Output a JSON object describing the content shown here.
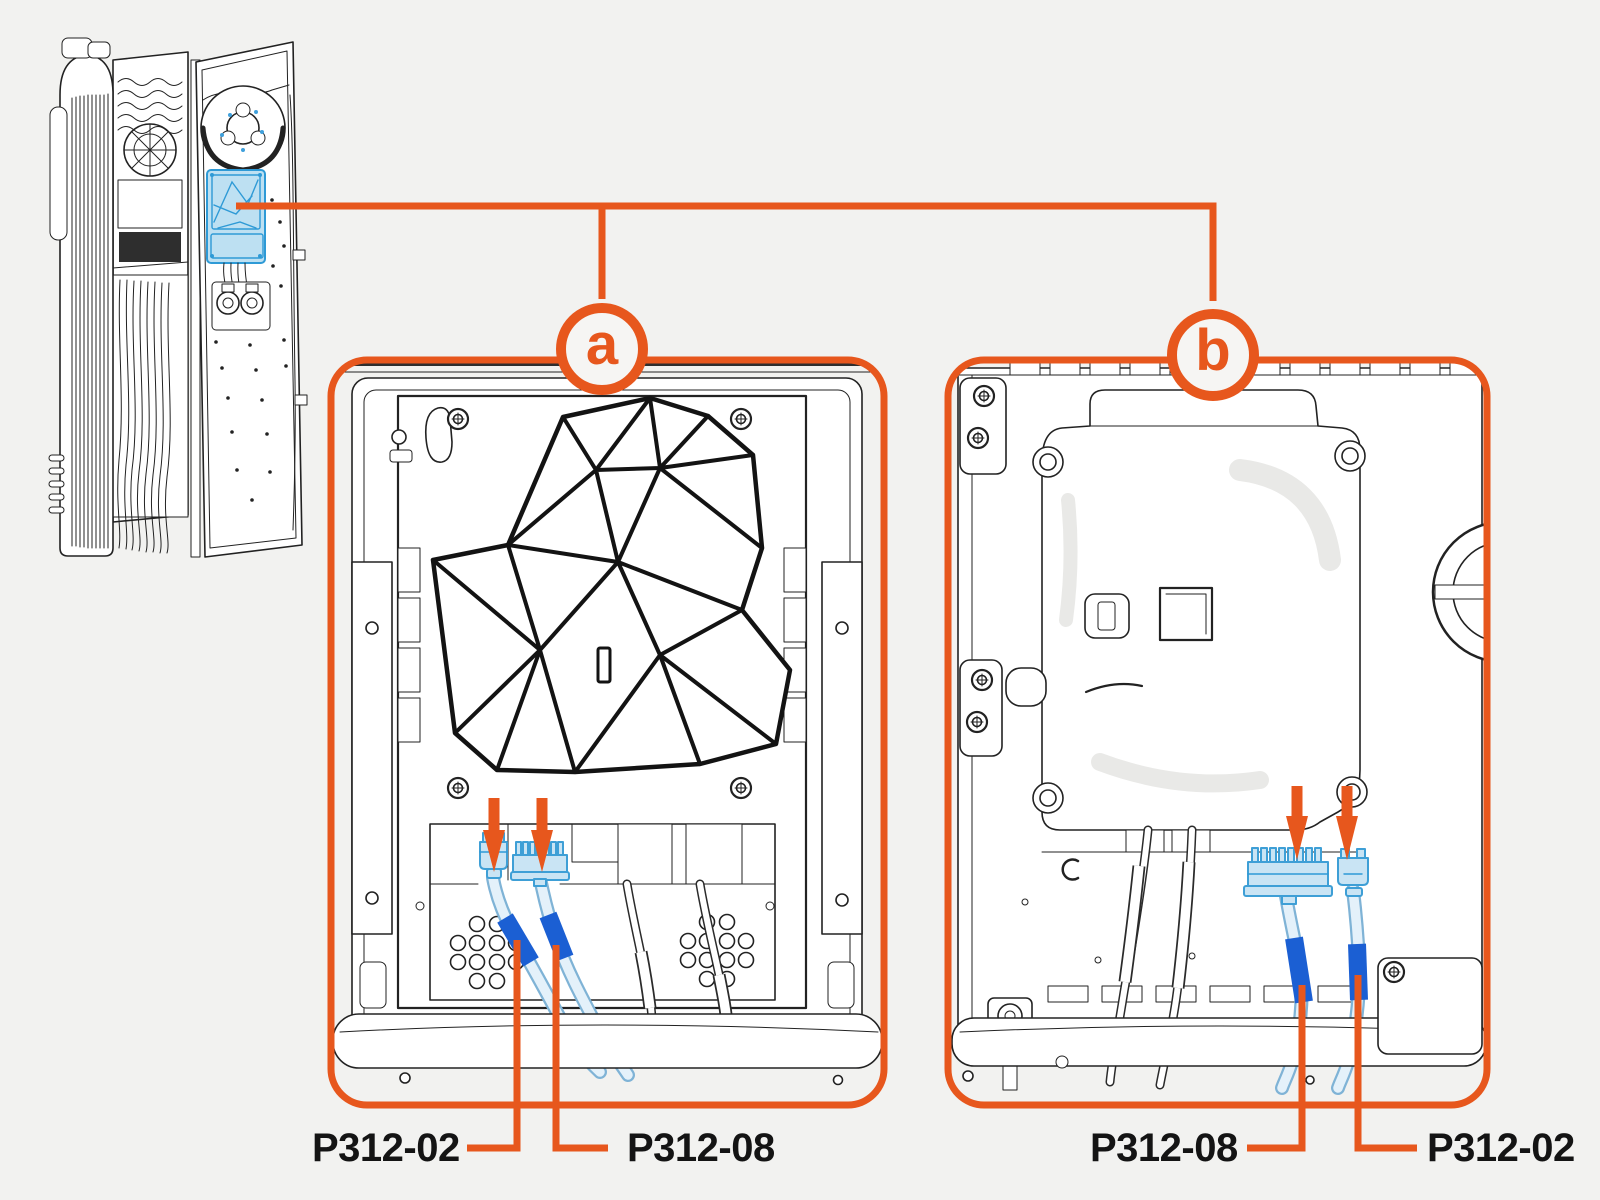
{
  "figure": {
    "type": "hardware-connector-location-diagram",
    "description": "Appliance service diagram: overview of unit with open service door, highlighted control board, and two detail views showing connector positions"
  },
  "colors": {
    "background": "#F2F2F0",
    "accent_orange": "#E7571D",
    "connector_blue_fill": "#C9E4F4",
    "connector_blue_stroke": "#3E9FD6",
    "sleeve_blue": "#1B5FD3",
    "line_art": "#222222"
  },
  "callouts": [
    {
      "label": "a"
    },
    {
      "label": "b"
    }
  ],
  "panels": [
    {
      "view": "a",
      "connector_labels": [
        {
          "text": "P312-02"
        },
        {
          "text": "P312-08"
        }
      ]
    },
    {
      "view": "b",
      "connector_labels": [
        {
          "text": "P312-08"
        },
        {
          "text": "P312-02"
        }
      ]
    }
  ],
  "icons": {
    "down_arrow": "solid orange downward arrow marking connector position",
    "callout_circle": "orange ring badge containing view letter",
    "highlight": "blue tinted overlay marking control board in overview"
  }
}
